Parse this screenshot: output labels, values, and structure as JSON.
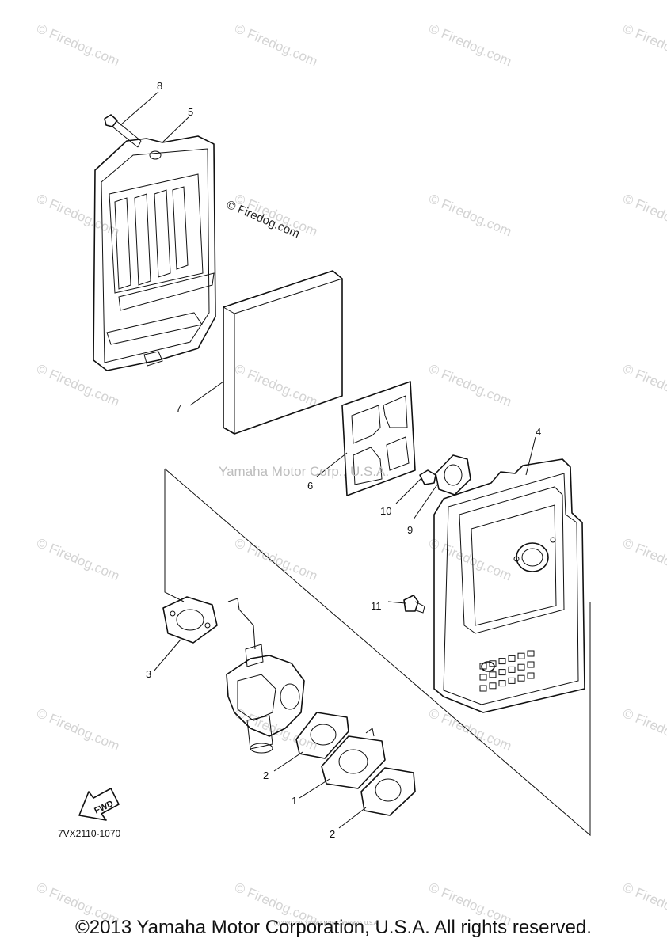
{
  "watermark_text": "© Firedog.com",
  "main_watermark": "© Firedog.com",
  "center_watermark": "Yamaha Motor Corp., U.S.A.",
  "callouts": [
    "8",
    "5",
    "7",
    "6",
    "4",
    "10",
    "9",
    "3",
    "11",
    "2",
    "1",
    "2"
  ],
  "fwd_label": "FWD",
  "part_code": "7VX2110-1070",
  "tiny_notice": "(c) 2000-2015 Yamaha Motor Corporation, U.S.A.",
  "footer": "©2013 Yamaha Motor Corporation, U.S.A. All rights reserved."
}
